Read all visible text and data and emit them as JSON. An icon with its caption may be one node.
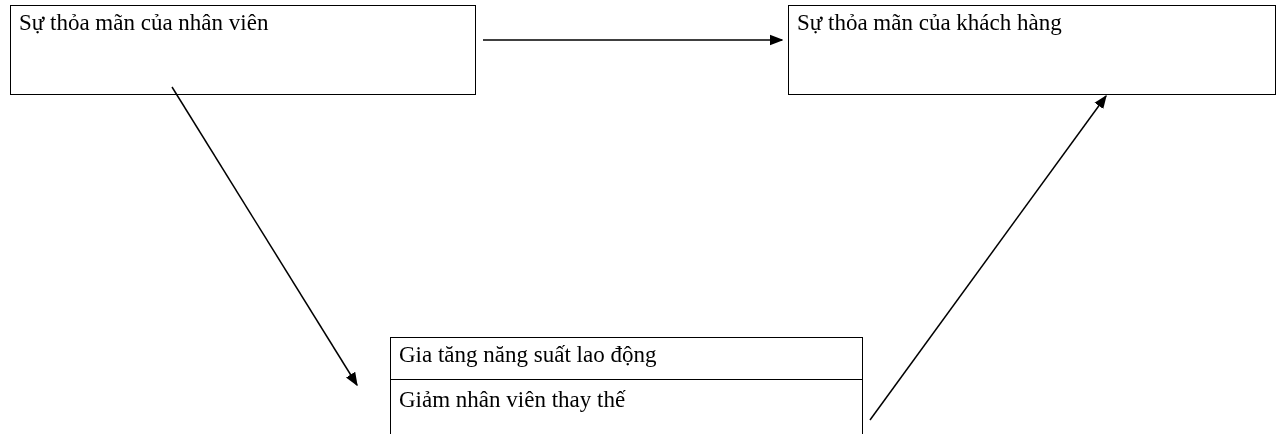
{
  "diagram": {
    "nodes": [
      {
        "text": [
          "Sự thỏa mãn của nhân viên"
        ]
      },
      {
        "text": [
          "Sự thỏa mãn của khách hàng"
        ]
      },
      {
        "text": [
          "Gia tăng năng suất lao động",
          "Giảm nhân viên thay thế"
        ]
      }
    ],
    "edges": [
      {
        "from": 0,
        "to": 1,
        "arrow": "to"
      },
      {
        "from": 0,
        "to": 2,
        "arrow": "to"
      },
      {
        "from": 2,
        "to": 1,
        "arrow": "to"
      }
    ]
  }
}
